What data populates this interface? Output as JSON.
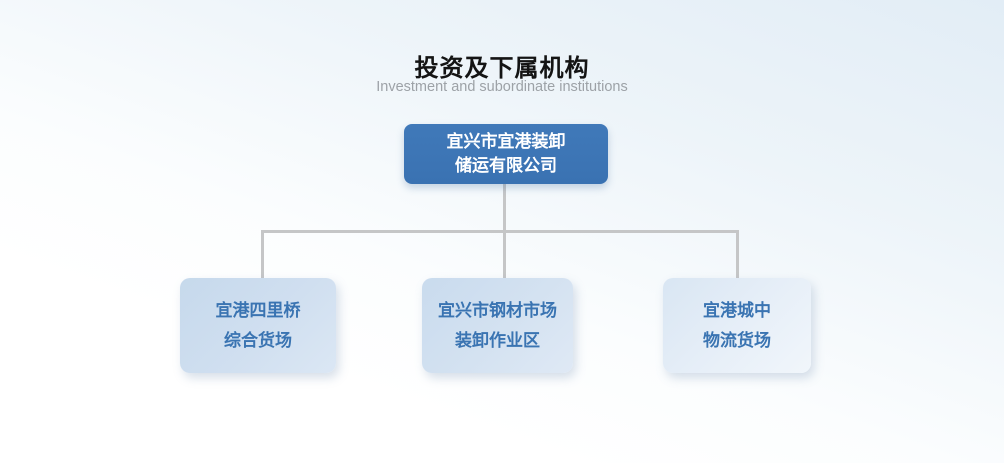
{
  "header": {
    "title": "投资及下属机构",
    "subtitle": "Investment and subordinate institutions"
  },
  "org_chart": {
    "type": "tree",
    "root": {
      "line1": "宜兴市宜港装卸",
      "line2": "储运有限公司"
    },
    "children": [
      {
        "line1": "宜港四里桥",
        "line2": "综合货场"
      },
      {
        "line1": "宜兴市钢材市场",
        "line2": "装卸作业区"
      },
      {
        "line1": "宜港城中",
        "line2": "物流货场"
      }
    ]
  },
  "colors": {
    "root_box_fill": "#3c75b5",
    "root_box_text": "#ffffff",
    "child_box_fill": "#cddded",
    "child_box_3_fill": "#e3edf7",
    "child_box_text": "#3a74b2",
    "connector_line": "#c5c6c7",
    "title_text": "#141414",
    "subtitle_text": "#9da2a7",
    "background_top": "#e2edf6",
    "background_bottom": "#ffffff"
  }
}
